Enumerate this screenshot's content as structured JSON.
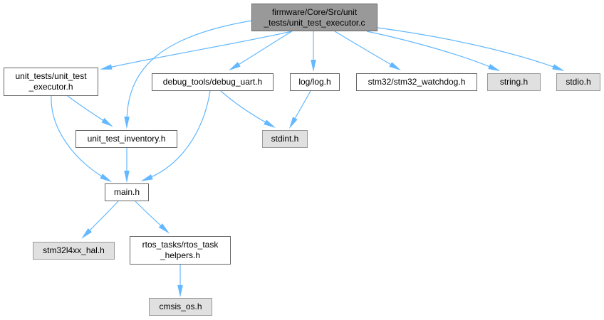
{
  "graph": {
    "edge_color": "#63b8ff",
    "nodes": {
      "root": "firmware/Core/Src/unit\n_tests/unit_test_executor.c",
      "executor_h": "unit_tests/unit_test\n_executor.h",
      "debug_uart": "debug_tools/debug_uart.h",
      "log_h": "log/log.h",
      "watchdog": "stm32/stm32_watchdog.h",
      "string_h": "string.h",
      "stdio_h": "stdio.h",
      "inventory": "unit_test_inventory.h",
      "stdint_h": "stdint.h",
      "main_h": "main.h",
      "hal": "stm32l4xx_hal.h",
      "rtos": "rtos_tasks/rtos_task\n_helpers.h",
      "cmsis": "cmsis_os.h"
    }
  }
}
